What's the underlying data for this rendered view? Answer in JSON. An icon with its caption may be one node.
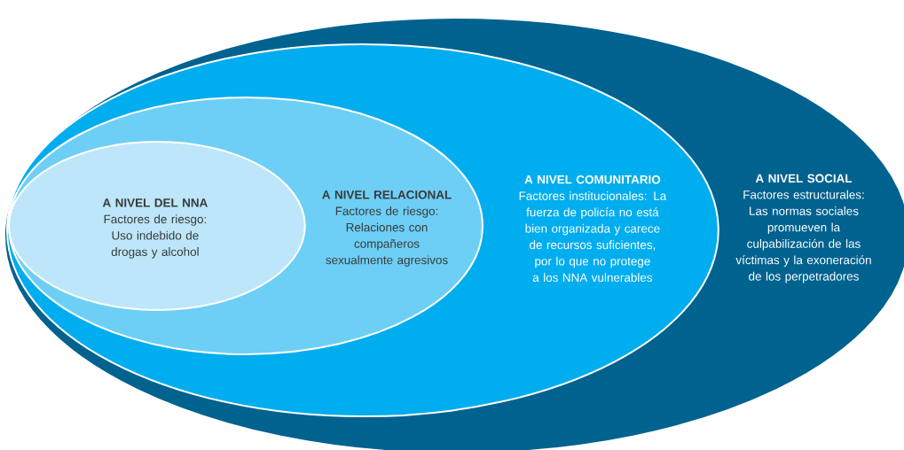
{
  "diagram": {
    "nodes": [
      {
        "text": [
          "A NIVEL SOCIAL",
          "Factores estructurales: Las normas sociales promueven la culpabilización de las víctimas y la exoneración de los perpetradores"
        ]
      },
      {
        "text": [
          "A NIVEL COMUNITARIO",
          "Factores institucionales: La fuerza de policía no está bien organizada y carece de recursos suficientes, por lo que no protege a los NNA vulnerables"
        ],
        "in": 0
      },
      {
        "text": [
          "A NIVEL RELACIONAL",
          "Factores de riesgo: Relaciones con compañeros sexualmente agresivos"
        ],
        "in": 1
      },
      {
        "text": [
          "A NIVEL DEL NNA",
          "Factores de riesgo: Uso indebido de drogas y alcohol"
        ],
        "in": 2
      }
    ]
  }
}
